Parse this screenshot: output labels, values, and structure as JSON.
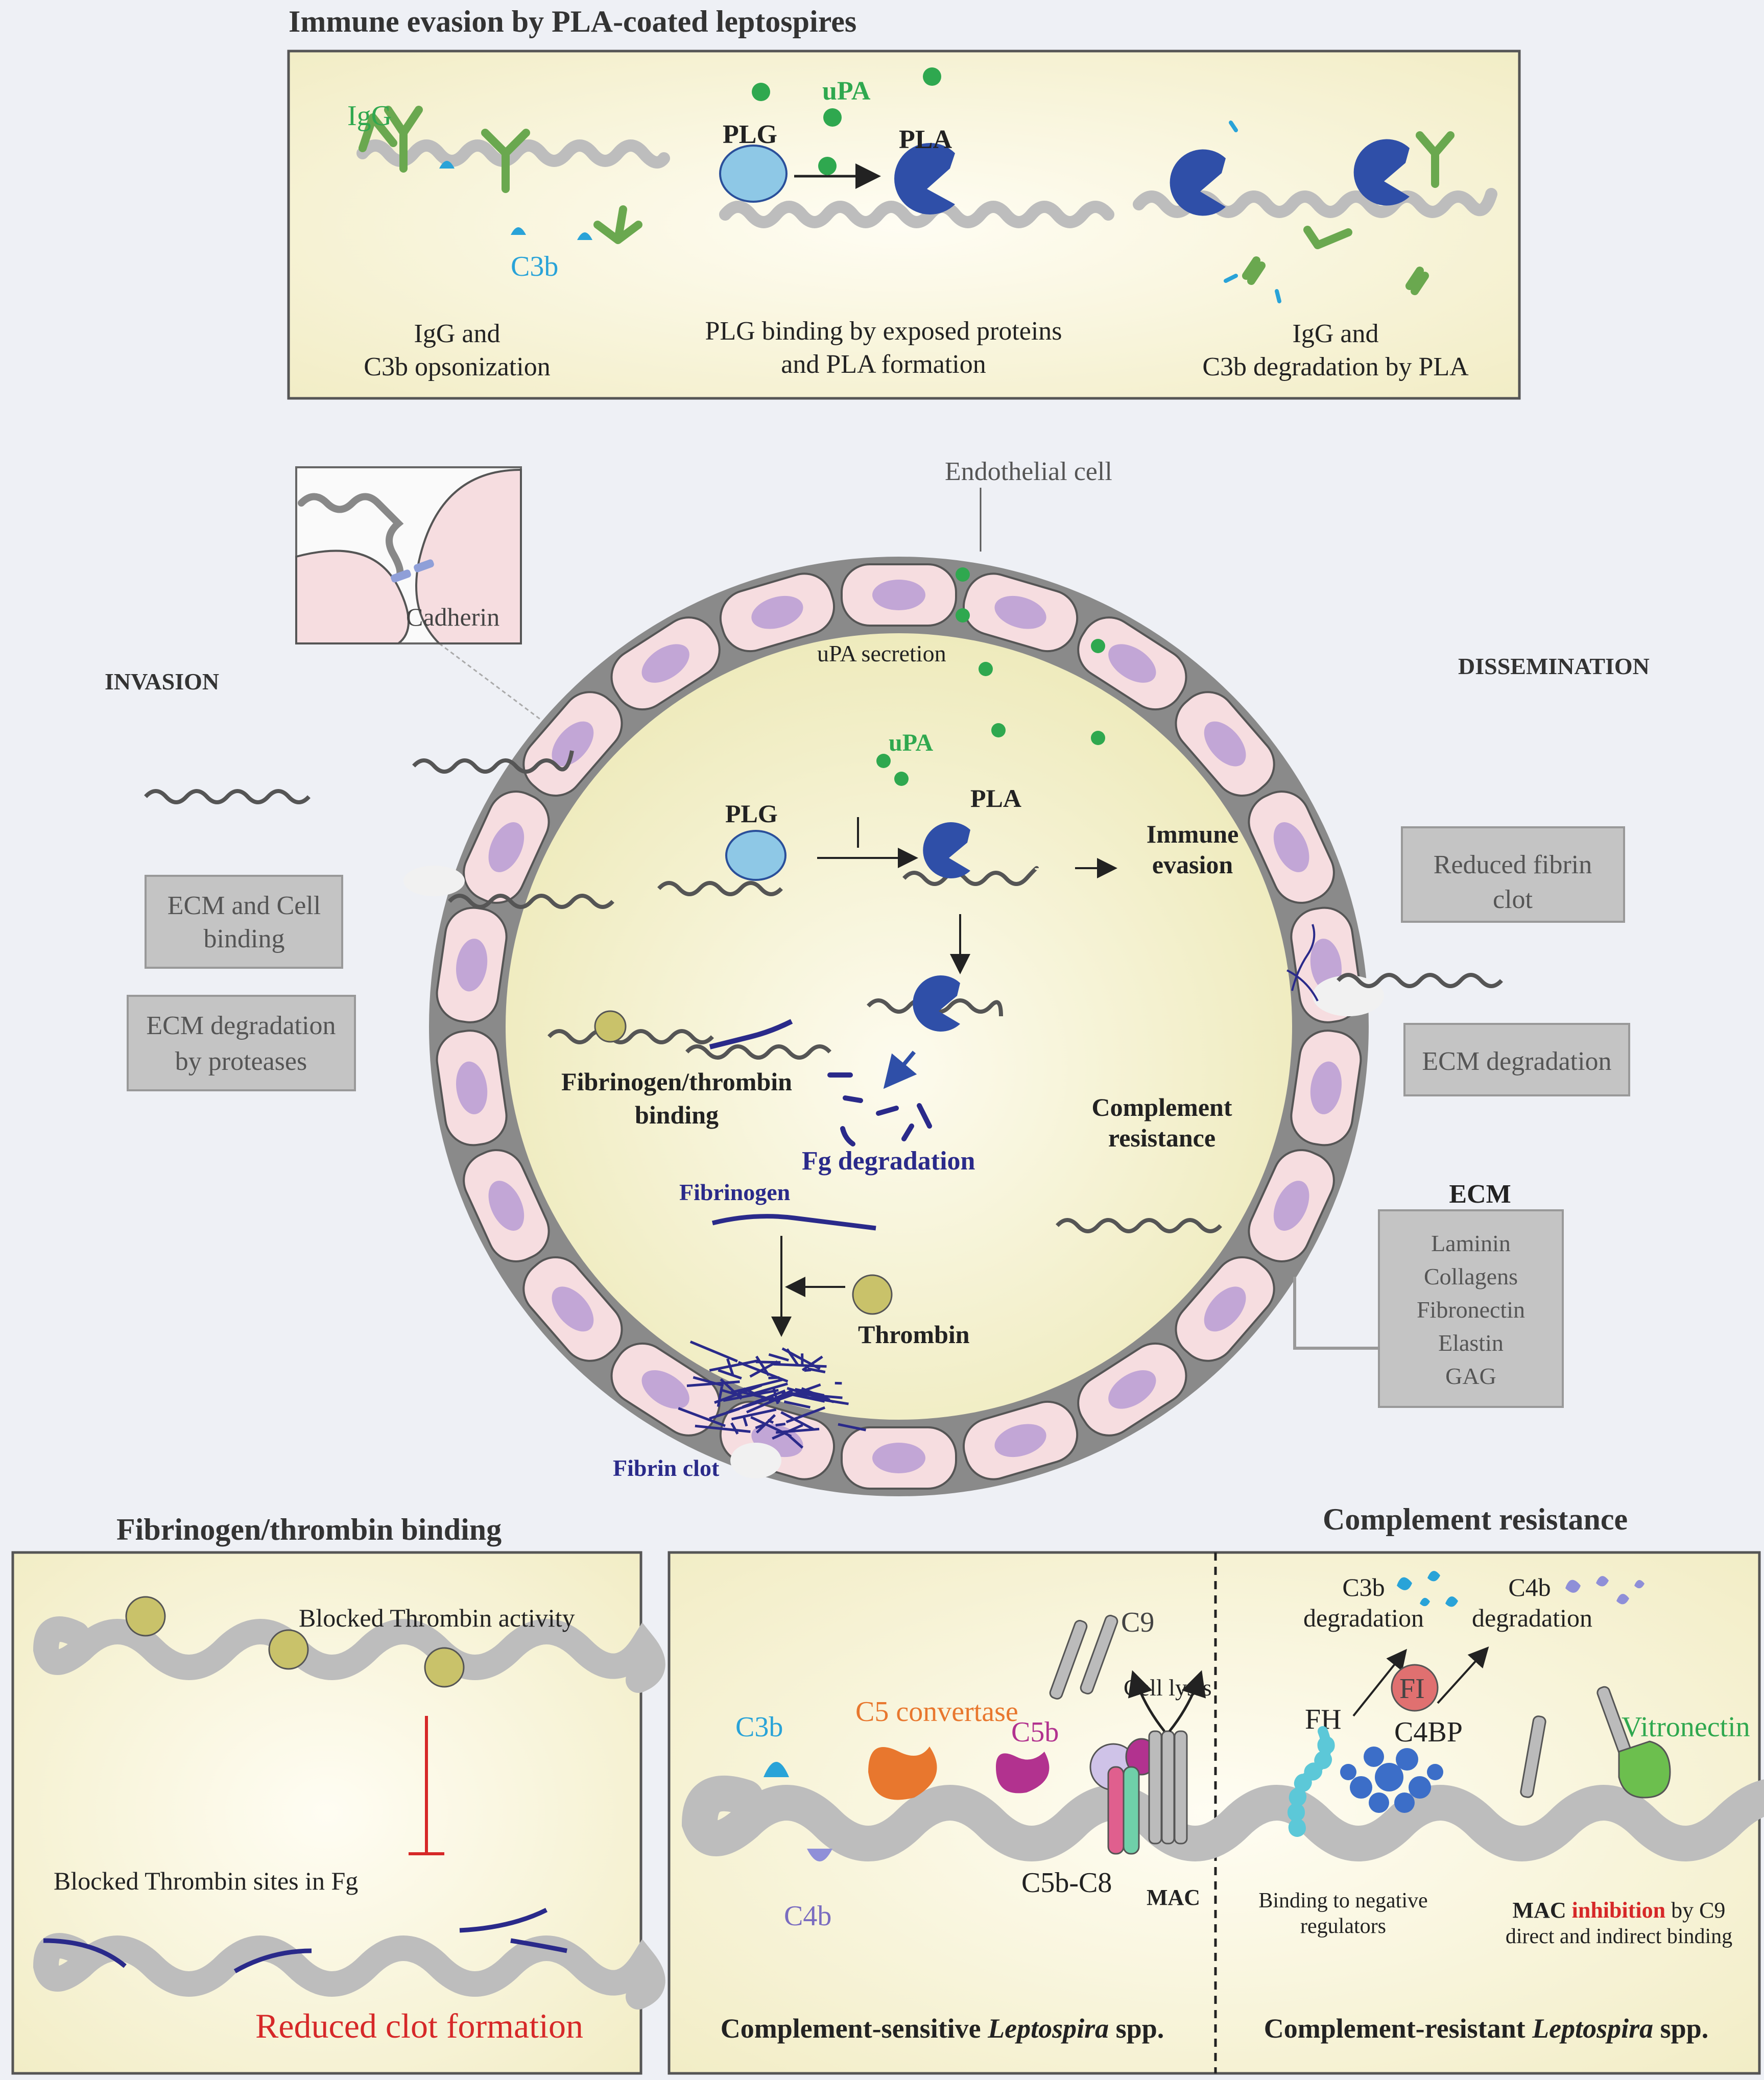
{
  "top_panel": {
    "title": "Immune evasion by PLA-coated leptospires",
    "igg": "IgG",
    "c3b": "C3b",
    "plg": "PLG",
    "upa": "uPA",
    "pla": "PLA",
    "caption_left": [
      "IgG and",
      "C3b opsonization"
    ],
    "caption_mid": [
      "PLG binding by exposed proteins",
      "and PLA formation"
    ],
    "caption_right": [
      "IgG and",
      "C3b degradation by PLA"
    ]
  },
  "middle": {
    "endothelial_cell": "Endothelial cell",
    "cadherin": "Cadherin",
    "upa_secretion": "uPA secretion",
    "upa": "uPA",
    "plg": "PLG",
    "pla": "PLA",
    "immune_evasion": [
      "Immune",
      "evasion"
    ],
    "fib_binding": [
      "Fibrinogen/thrombin",
      "binding"
    ],
    "fg_degradation": "Fg degradation",
    "complement_resistance": [
      "Complement",
      "resistance"
    ],
    "fibrinogen": "Fibrinogen",
    "thrombin": "Thrombin",
    "fibrin_clot": "Fibrin clot",
    "invasion": "INVASION",
    "dissemination": "DISSEMINATION",
    "ecm_cell_binding": [
      "ECM and Cell",
      "binding"
    ],
    "ecm_degradation_proteases": [
      "ECM degradation",
      "by proteases"
    ],
    "reduced_fibrin_clot": [
      "Reduced fibrin",
      "clot"
    ],
    "ecm_degradation": "ECM degradation",
    "ecm_title": "ECM",
    "ecm_items": [
      "Laminin",
      "Collagens",
      "Fibronectin",
      "Elastin",
      "GAG"
    ]
  },
  "bottom_left": {
    "title": "Fibrinogen/thrombin binding",
    "blocked_activity": "Blocked Thrombin activity",
    "blocked_sites": "Blocked Thrombin sites in Fg",
    "reduced": "Reduced clot formation"
  },
  "bottom_right": {
    "title": "Complement resistance",
    "c9": "C9",
    "cell_lysis": "Cell lysis",
    "c3b": "C3b",
    "c5_convertase": "C5 convertase",
    "c5b": "C5b",
    "c4b": "C4b",
    "c5b_c8": "C5b-C8",
    "mac": "MAC",
    "c3b_deg": [
      "C3b",
      "degradation"
    ],
    "c4b_deg": [
      "C4b",
      "degradation"
    ],
    "fh": "FH",
    "fi": "FI",
    "c4bp": "C4BP",
    "vitronectin": "Vitronectin",
    "binding_regulators": [
      "Binding to negative",
      "regulators"
    ],
    "mac_inhibition_pre": "MAC ",
    "mac_inhibition_word": "inhibition",
    "mac_inhibition_post": " by C9",
    "mac_inhibition_line2": "direct and indirect binding",
    "sensitive_pre": "Complement-sensitive ",
    "sensitive_italic": "Leptospira",
    "sensitive_post": " spp.",
    "resistant_pre": "Complement-resistant ",
    "resistant_italic": "Leptospira",
    "resistant_post": " spp."
  },
  "colors": {
    "panel_bg": "#f8f4dc",
    "cell_fill": "#f6dde0",
    "nucleus": "#c2a6d6",
    "wall": "#8a8a8a",
    "green": "#2fa84f",
    "pla_blue": "#2f4fa8",
    "plg_cyan": "#8ec8e6",
    "fibrin": "#2a2a8a",
    "grey_box": "#c4c4c4",
    "red": "#d62828",
    "orange": "#e8772e",
    "magenta": "#b2328f"
  }
}
